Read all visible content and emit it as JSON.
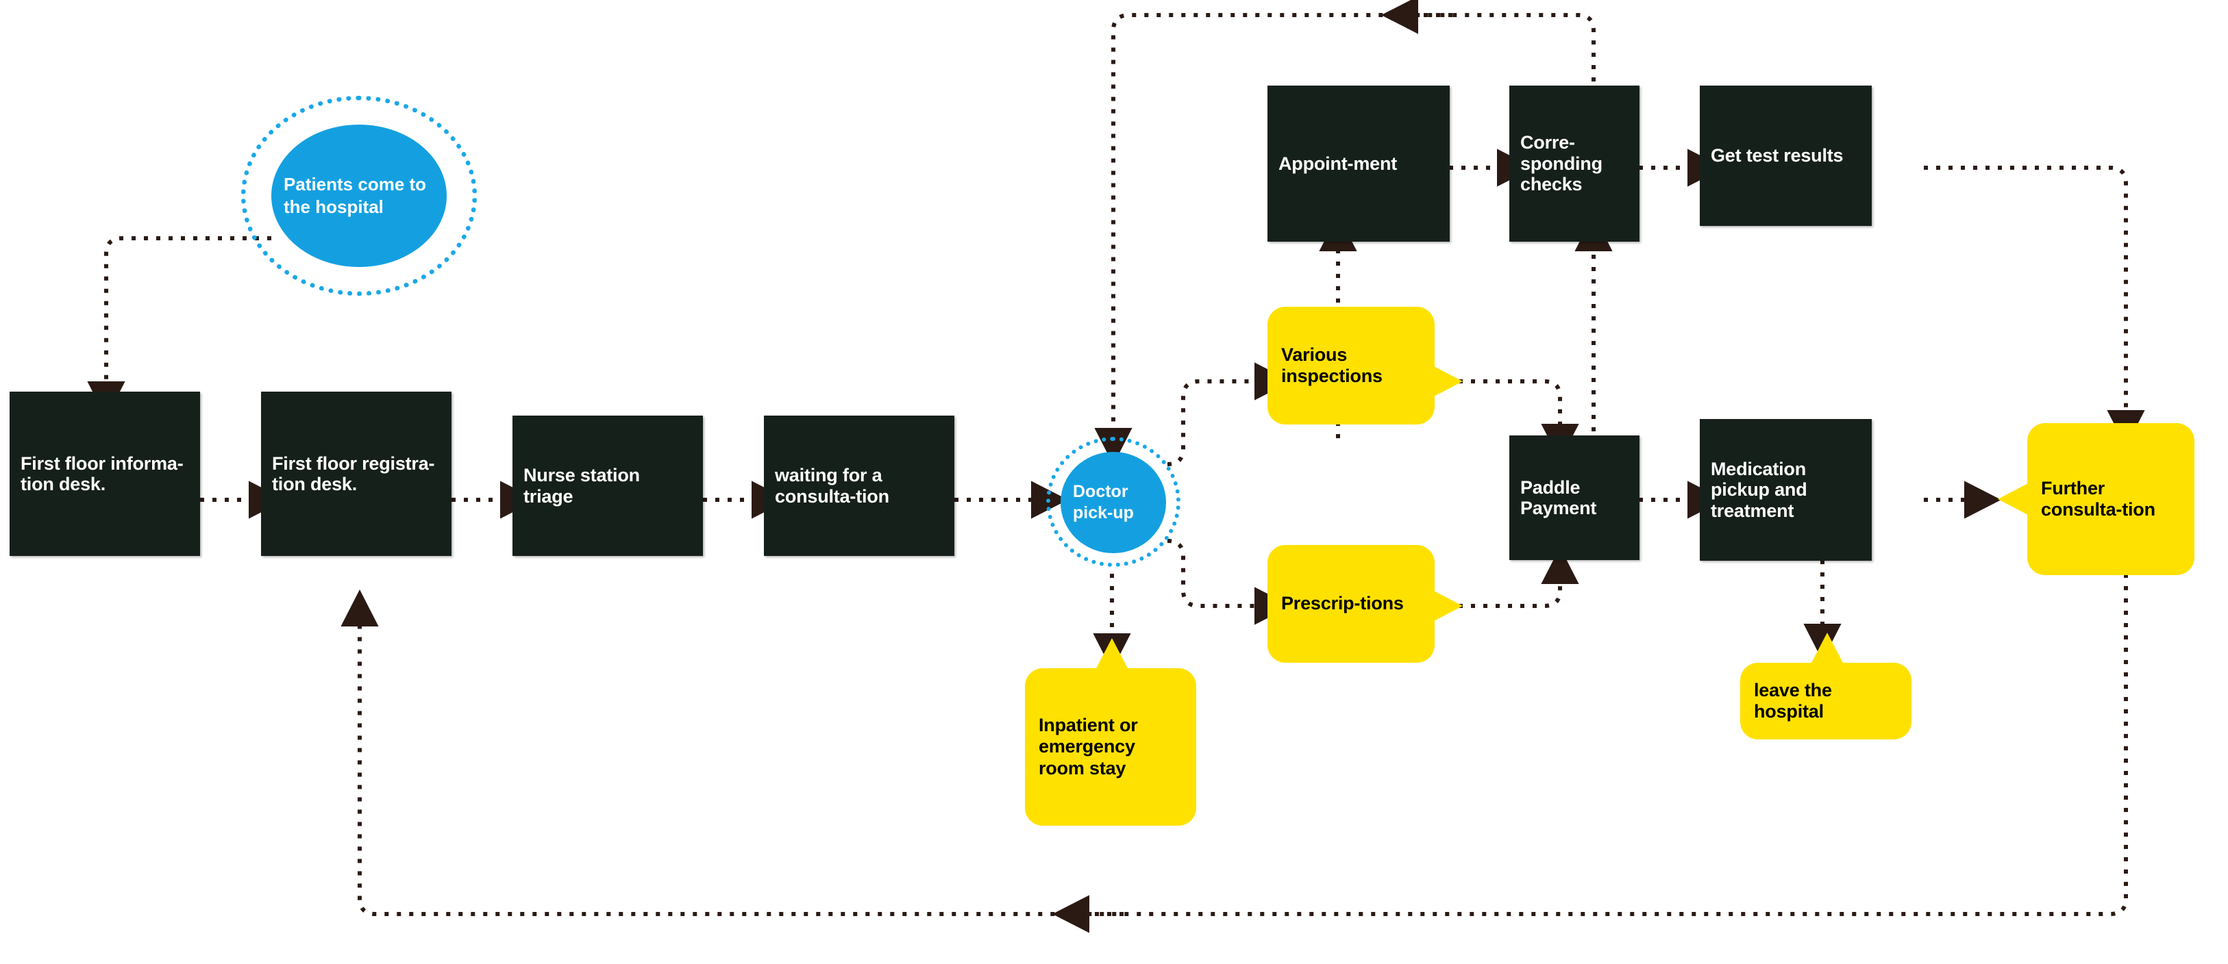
{
  "diagram": {
    "title": "Hospital outpatient visit process flow",
    "colors": {
      "box_dark": "#16201a",
      "callout_yellow": "#ffe100",
      "circle_blue": "#14a0e0",
      "ring_blue": "#19a8e8",
      "edge": "#2b1a14",
      "background": "#ffffff",
      "box_text": "#ffffff",
      "callout_text": "#000000"
    },
    "nodes": [
      {
        "id": "patients",
        "shape": "circle",
        "label": "Patients come to the hospital"
      },
      {
        "id": "info_desk",
        "shape": "box-dark",
        "label": "First floor informa-tion desk."
      },
      {
        "id": "registration",
        "shape": "box-dark",
        "label": "First floor registra-tion desk."
      },
      {
        "id": "nurse_triage",
        "shape": "box-dark",
        "label": "Nurse station triage"
      },
      {
        "id": "waiting",
        "shape": "box-dark",
        "label": "waiting for a consulta-tion"
      },
      {
        "id": "doctor_pickup",
        "shape": "circle",
        "label": "Doctor pick-up"
      },
      {
        "id": "various_insp",
        "shape": "callout",
        "label": "Various inspections"
      },
      {
        "id": "prescriptions",
        "shape": "callout",
        "label": "Prescrip-tions"
      },
      {
        "id": "inpatient",
        "shape": "callout",
        "label": "Inpatient or emergency room stay"
      },
      {
        "id": "appointment",
        "shape": "box-dark",
        "label": "Appoint-ment"
      },
      {
        "id": "corresponding",
        "shape": "box-dark",
        "label": "Corre-sponding checks"
      },
      {
        "id": "test_results",
        "shape": "box-dark",
        "label": "Get test results"
      },
      {
        "id": "paddle_payment",
        "shape": "box-dark",
        "label": "Paddle Payment"
      },
      {
        "id": "medication",
        "shape": "box-dark",
        "label": "Medication pickup and treatment"
      },
      {
        "id": "leave_hospital",
        "shape": "callout",
        "label": "leave the hospital"
      },
      {
        "id": "further_consult",
        "shape": "callout",
        "label": "Further consulta-tion"
      }
    ],
    "edges": [
      {
        "from": "patients",
        "to": "info_desk"
      },
      {
        "from": "info_desk",
        "to": "registration"
      },
      {
        "from": "registration",
        "to": "nurse_triage"
      },
      {
        "from": "nurse_triage",
        "to": "waiting"
      },
      {
        "from": "waiting",
        "to": "doctor_pickup"
      },
      {
        "from": "doctor_pickup",
        "to": "various_insp"
      },
      {
        "from": "doctor_pickup",
        "to": "prescriptions"
      },
      {
        "from": "doctor_pickup",
        "to": "inpatient"
      },
      {
        "from": "various_insp",
        "to": "paddle_payment"
      },
      {
        "from": "prescriptions",
        "to": "paddle_payment"
      },
      {
        "from": "paddle_payment",
        "to": "appointment"
      },
      {
        "from": "paddle_payment",
        "to": "corresponding"
      },
      {
        "from": "appointment",
        "to": "corresponding"
      },
      {
        "from": "corresponding",
        "to": "test_results"
      },
      {
        "from": "corresponding",
        "to": "doctor_pickup"
      },
      {
        "from": "test_results",
        "to": "further_consult"
      },
      {
        "from": "paddle_payment",
        "to": "medication"
      },
      {
        "from": "medication",
        "to": "leave_hospital"
      },
      {
        "from": "medication",
        "to": "further_consult"
      },
      {
        "from": "further_consult",
        "to": "registration"
      }
    ]
  },
  "labels": {
    "patients": "Patients come to the hospital",
    "info_desk": "First floor informa-tion desk.",
    "registration": "First floor registra-tion desk.",
    "nurse_triage": "Nurse station triage",
    "waiting": "waiting for a consulta-tion",
    "doctor_pickup": "Doctor pick-up",
    "various_insp": "Various inspections",
    "prescriptions": "Prescrip-tions",
    "inpatient": "Inpatient or emergency room stay",
    "appointment": "Appoint-ment",
    "corresponding": "Corre-sponding checks",
    "test_results": "Get test results",
    "paddle_payment": "Paddle Payment",
    "medication": "Medication pickup and treatment",
    "leave_hospital": "leave the hospital",
    "further_consult": "Further consulta-tion"
  }
}
